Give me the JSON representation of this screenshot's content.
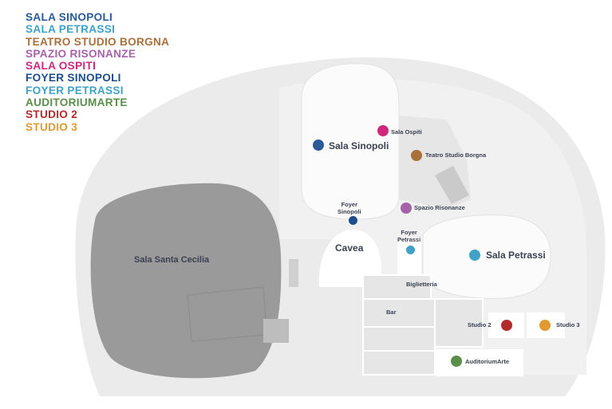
{
  "legend": [
    {
      "label": "SALA SINOPOLI",
      "color": "#2a5a9a"
    },
    {
      "label": "SALA PETRASSI",
      "color": "#41a1c7"
    },
    {
      "label": "TEATRO STUDIO BORGNA",
      "color": "#a8713c"
    },
    {
      "label": "SPAZIO RISONANZE",
      "color": "#a662a8"
    },
    {
      "label": "SALA OSPITI",
      "color": "#d0267c"
    },
    {
      "label": "FOYER SINOPOLI",
      "color": "#1d4d8a"
    },
    {
      "label": "FOYER PETRASSI",
      "color": "#41a1c7"
    },
    {
      "label": "AUDITORIUMARTE",
      "color": "#5a8f4a"
    },
    {
      "label": "STUDIO 2",
      "color": "#b12b2b"
    },
    {
      "label": "STUDIO 3",
      "color": "#e09a30"
    }
  ],
  "map_labels": {
    "sala_sinopoli": "Sala Sinopoli",
    "sala_ospiti": "Sala Ospiti",
    "teatro_studio_borgna": "Teatro Studio Borgna",
    "foyer_sinopoli": "Foyer\nSinopoli",
    "spazio_risonanze": "Spazio Risonanze",
    "foyer_petrassi": "Foyer\nPetrassi",
    "sala_petrassi": "Sala Petrassi",
    "cavea": "Cavea",
    "sala_santa_cecilia": "Sala Santa Cecilia",
    "biglietteria": "Biglietteria",
    "bar": "Bar",
    "studio_2": "Studio 2",
    "studio_3": "Studio 3",
    "auditoriumarte": "AuditoriumArte"
  },
  "colors": {
    "background": "#ffffff",
    "site": "#ebebeb",
    "site_inner": "#f2f2f2",
    "santa_cecilia": "#9a9a9a",
    "hall": "#fbfbfb",
    "grid_line": "#ffffff",
    "text": "#3b4150"
  }
}
